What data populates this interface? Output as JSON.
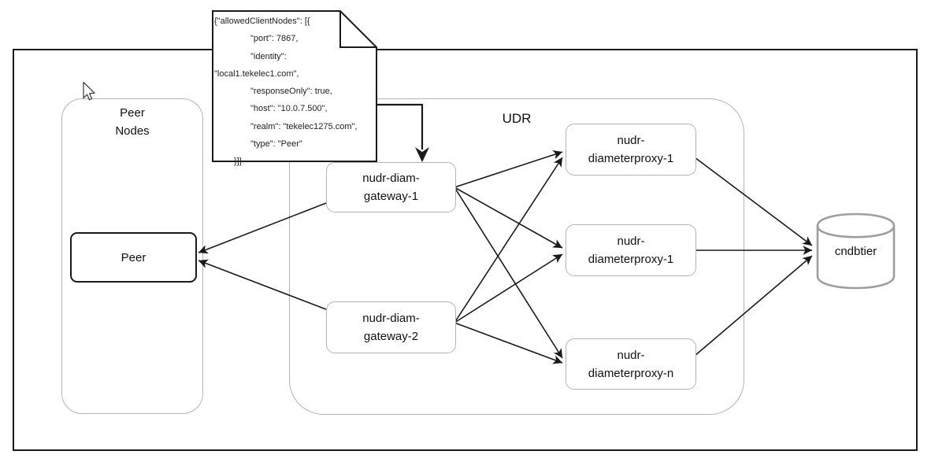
{
  "diagram": {
    "note": {
      "lines": [
        "{\"allowedClientNodes\": [{",
        "\"port\": 7867,",
        "\"identity\":",
        "\"local1.tekelec1.com\",",
        "\"responseOnly\": true,",
        "\"host\": \"10.0.7.500\",",
        "\"realm\": \"tekelec1275.com\",",
        "\"type\": \"Peer\"",
        "}]}"
      ]
    },
    "containers": {
      "peer_nodes": {
        "line1": "Peer",
        "line2": "Nodes"
      },
      "udr": {
        "label": "UDR"
      }
    },
    "nodes": {
      "peer": {
        "label": "Peer"
      },
      "gateway1": {
        "line1": "nudr-diam-",
        "line2": "gateway-1"
      },
      "gateway2": {
        "line1": "nudr-diam-",
        "line2": "gateway-2"
      },
      "proxy1": {
        "line1": "nudr-",
        "line2": "diameterproxy-1"
      },
      "proxy2": {
        "line1": "nudr-",
        "line2": "diameterproxy-1"
      },
      "proxy3": {
        "line1": "nudr-",
        "line2": "diameterproxy-n"
      },
      "database": {
        "label": "cndbtier"
      }
    },
    "icons": {
      "cursor": "mouse-pointer-icon"
    },
    "colors": {
      "frame_border": "#1a1a1a",
      "box_border": "#b3b3b3",
      "strong_border": "#1a1a1a",
      "db_border": "#9e9e9e",
      "arrow": "#1a1a1a",
      "background": "#ffffff",
      "text": "#111111"
    }
  }
}
